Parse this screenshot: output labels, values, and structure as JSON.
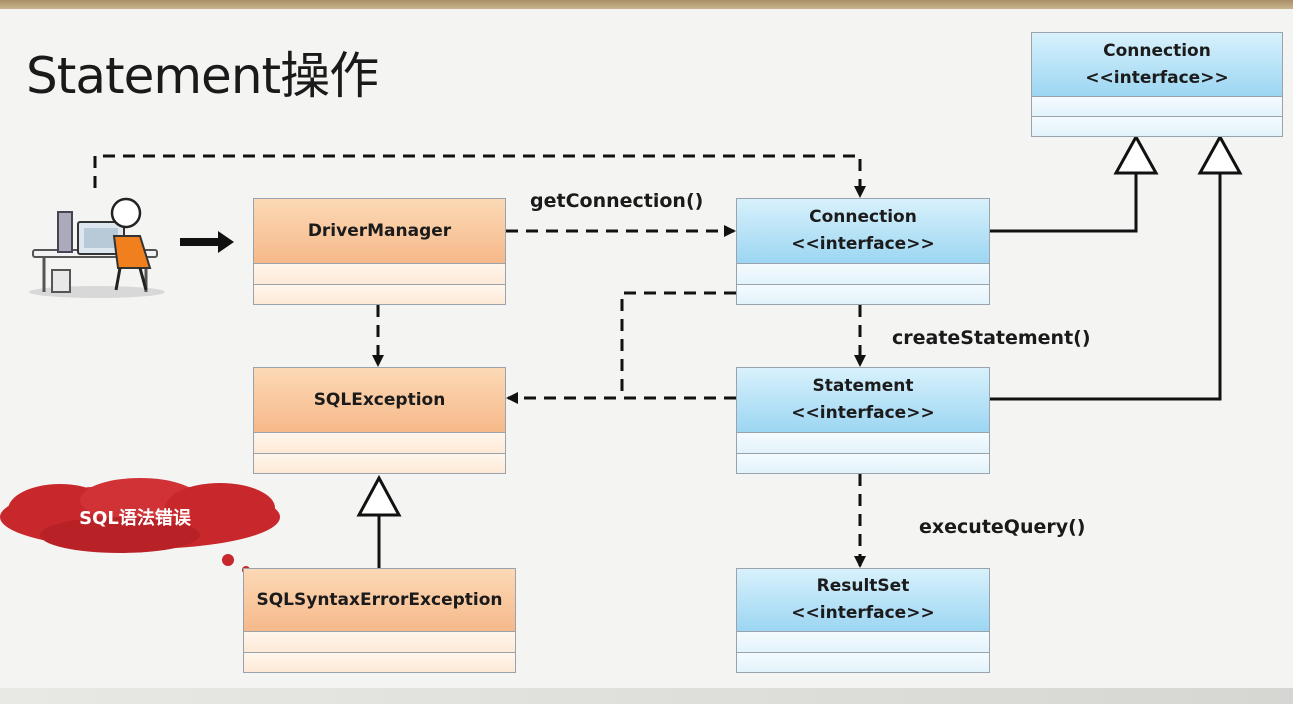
{
  "slide": {
    "title": "Statement操作"
  },
  "classes": {
    "connection_top": {
      "name": "Connection",
      "stereotype": "<<interface>>"
    },
    "driver_manager": {
      "name": "DriverManager"
    },
    "connection": {
      "name": "Connection",
      "stereotype": "<<interface>>"
    },
    "sql_exception": {
      "name": "SQLException"
    },
    "statement": {
      "name": "Statement",
      "stereotype": "<<interface>>"
    },
    "sql_syntax_error": {
      "name": "SQLSyntaxErrorException"
    },
    "result_set": {
      "name": "ResultSet",
      "stereotype": "<<interface>>"
    }
  },
  "edge_labels": {
    "get_connection": "getConnection()",
    "create_statement": "createStatement()",
    "execute_query": "executeQuery()"
  },
  "callout": {
    "text": "SQL语法错误"
  },
  "colors": {
    "orange_header": "#f6b98a",
    "blue_header": "#9cd6f2",
    "callout_red": "#c8282c",
    "line": "#111111"
  }
}
